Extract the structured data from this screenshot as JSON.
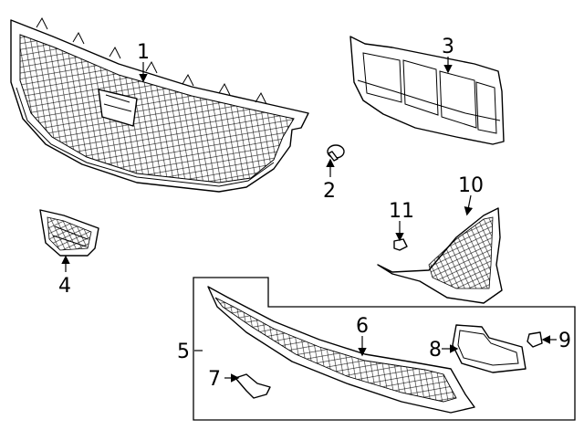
{
  "diagram": {
    "callouts": {
      "c1": "1",
      "c2": "2",
      "c3": "3",
      "c4": "4",
      "c5": "5",
      "c6": "6",
      "c7": "7",
      "c8": "8",
      "c9": "9",
      "c10": "10",
      "c11": "11"
    },
    "line_color": "#000000",
    "background": "#ffffff"
  }
}
